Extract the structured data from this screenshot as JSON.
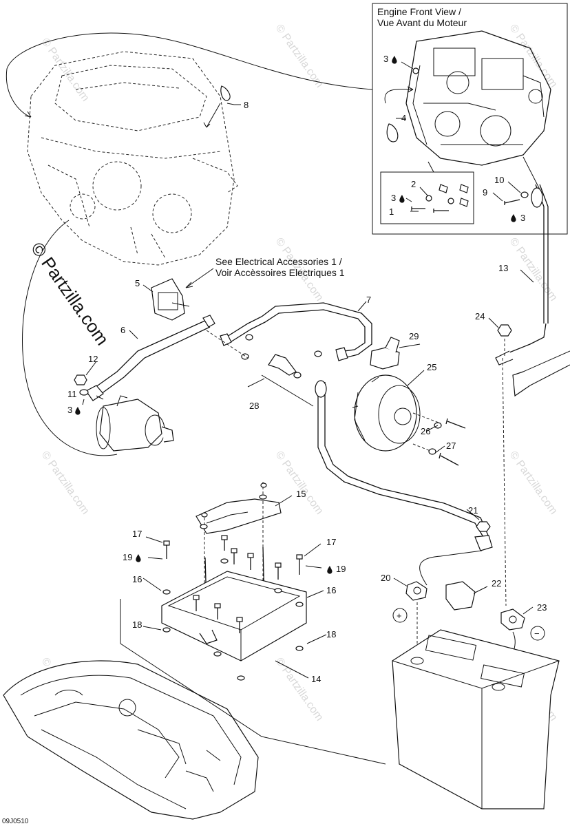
{
  "engine_front_view": {
    "line1": "Engine Front View /",
    "line2": "Vue Avant du Moteur"
  },
  "electrical_ref": {
    "line1": "See Electrical Accessories 1 /",
    "line2": "Voir Accèssoires Electriques 1"
  },
  "watermark_brand": "© Partzilla.com",
  "watermark_small": "© Partzilla.com",
  "diagram_code": "09J0510",
  "battery_plus": "+",
  "battery_minus": "−",
  "callouts": {
    "c1": "1",
    "c2": "2",
    "c3a": "3",
    "c3b": "3",
    "c3c": "3",
    "c3d": "3",
    "c4": "4",
    "c5": "5",
    "c6": "6",
    "c7": "7",
    "c8": "8",
    "c9": "9",
    "c10": "10",
    "c11": "11",
    "c12": "12",
    "c13": "13",
    "c14": "14",
    "c15": "15",
    "c16a": "16",
    "c16b": "16",
    "c17a": "17",
    "c17b": "17",
    "c18a": "18",
    "c18b": "18",
    "c19a": "19",
    "c19b": "19",
    "c20": "20",
    "c21": "21",
    "c22": "22",
    "c23": "23",
    "c24": "24",
    "c25": "25",
    "c26": "26",
    "c27": "27",
    "c28": "28",
    "c29": "29"
  },
  "icons": {
    "fluid_drop": "fluid-drop-icon",
    "engine": "engine-icon",
    "starter": "starter-motor-icon",
    "battery": "battery-icon",
    "boat": "boat-icon"
  }
}
